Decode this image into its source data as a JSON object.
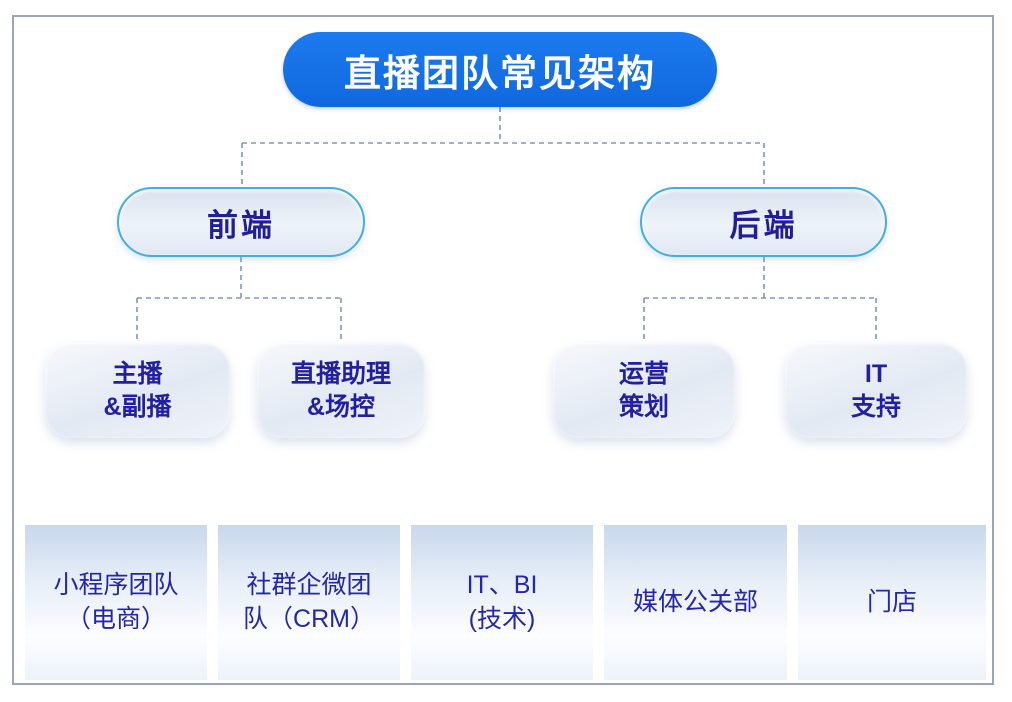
{
  "diagram": {
    "title": "直播团队常见架构",
    "level2": [
      {
        "id": "frontend",
        "label": "前端"
      },
      {
        "id": "backend",
        "label": "后端"
      }
    ],
    "level3": [
      {
        "id": "anchor",
        "label": "主播\n&副播",
        "parent": "frontend"
      },
      {
        "id": "assistant",
        "label": "直播助理\n&场控",
        "parent": "frontend"
      },
      {
        "id": "operations",
        "label": "运营\n策划",
        "parent": "backend"
      },
      {
        "id": "it-support",
        "label": "IT\n支持",
        "parent": "backend"
      }
    ],
    "bottom_row": [
      {
        "id": "miniprogram",
        "label": "小程序团队\n（电商）"
      },
      {
        "id": "community-crm",
        "label": "社群企微团\n队（CRM）"
      },
      {
        "id": "it-bi-tech",
        "label": "IT、BI\n(技术)"
      },
      {
        "id": "media-pr",
        "label": "媒体公关部"
      },
      {
        "id": "stores",
        "label": "门店"
      }
    ],
    "colors": {
      "root_fill": "#1570e6",
      "root_text": "#ffffff",
      "node_text": "#221fa0",
      "pill_border": "#45aede",
      "pill_fill": "#e7eef7",
      "team_box_fill": "#e8edf5",
      "dept_box_top": "#c8d8ec",
      "connector": "#7f97bd",
      "frame_border": "#9aa6b6"
    }
  }
}
